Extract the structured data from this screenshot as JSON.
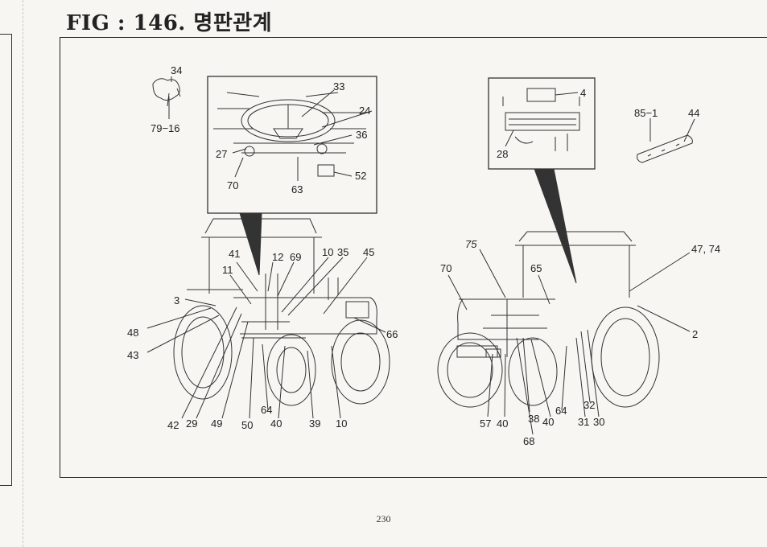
{
  "title": "FIG : 146. 명판관계",
  "page_number": "230",
  "callouts": {
    "c34": "34",
    "c79_16": "79−16",
    "c33": "33",
    "c24": "24",
    "c36": "36",
    "c27": "27",
    "c70a": "70",
    "c63": "63",
    "c52": "52",
    "c4": "4",
    "c28": "28",
    "c85_1": "85−1",
    "c44": "44",
    "c41": "41",
    "c12": "12",
    "c69": "69",
    "c10a": "10",
    "c35": "35",
    "c45": "45",
    "c11": "11",
    "c3": "3",
    "c48": "48",
    "c43": "43",
    "c66": "66",
    "c42": "42",
    "c29": "29",
    "c49": "49",
    "c50": "50",
    "c64a": "64",
    "c40a": "40",
    "c39": "39",
    "c10b": "10",
    "c75": "75",
    "c70b": "70",
    "c65": "65",
    "c47_74": "47, 74",
    "c2": "2",
    "c57": "57",
    "c40b": "40",
    "c38": "38",
    "c40c": "40",
    "c64b": "64",
    "c32": "32",
    "c31": "31",
    "c30": "30",
    "c68": "68"
  }
}
